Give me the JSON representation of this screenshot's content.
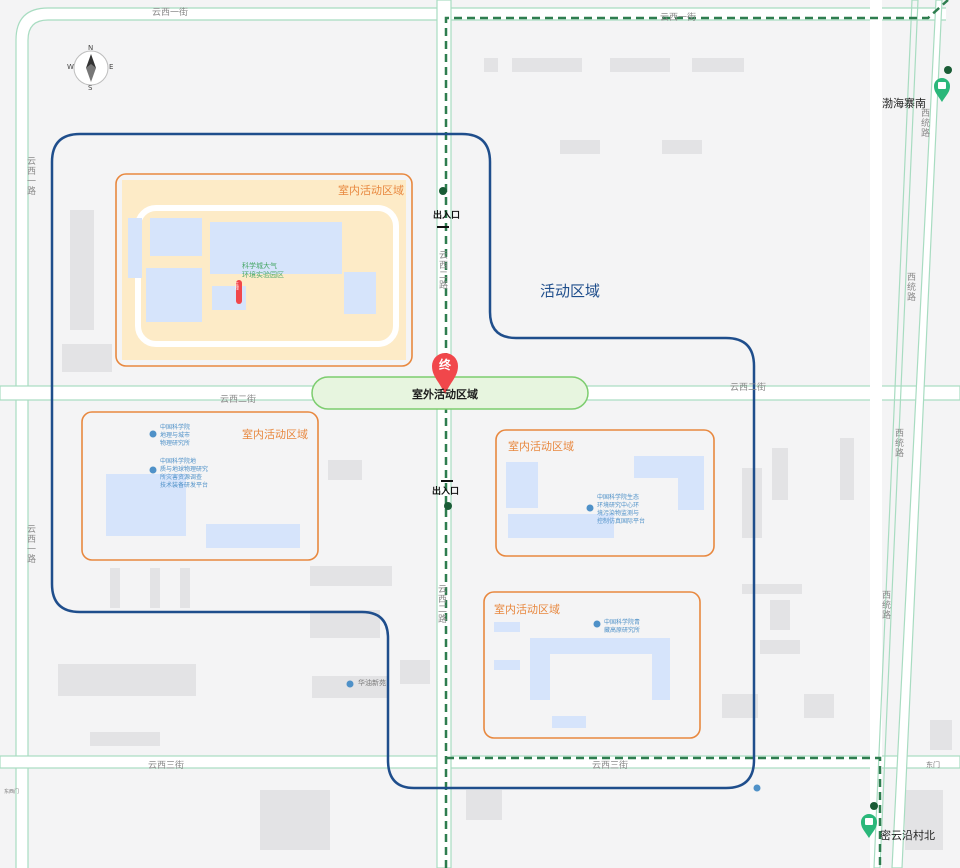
{
  "roads": {
    "yunxi_1st_st": "云西一街",
    "yunxi_1st_st_right": "云西一街",
    "yunxi_2nd_st": "云西二街",
    "yunxi_2nd_st_right": "云西二街",
    "yunxi_3rd_st": "云西三街",
    "yunxi_3rd_st_mid": "云西三街",
    "yunxi_1st_rd_top": "云西一路",
    "yunxi_1st_rd_bottom": "云西一路",
    "yunxi_2nd_rd_top": "云西二路",
    "yunxi_2nd_rd_bottom": "云西二路",
    "xiyuan_rd_1": "西统路",
    "xiyuan_rd_2": "西统路",
    "xiyuan_rd_3": "西统路",
    "xiyuan_rd_4": "西统路"
  },
  "zones": {
    "activity_area": "活动区域",
    "outdoor_area": "室外活动区域",
    "end_marker": "终",
    "indoor_nw": "室内活动区域",
    "indoor_w": "室内活动区域",
    "indoor_e1": "室内活动区域",
    "indoor_e2": "室内活动区域"
  },
  "gates": {
    "north": "出入口",
    "south": "出入口"
  },
  "pois": {
    "park_name": "科学城大气\n环境实验园区",
    "main_building": "主楼",
    "poi_w1": "中国科学院\n地理与城市\n物理研究所",
    "poi_w2": "中国科学院地\n质与地球物理研究\n所灾害资源调查\n技术装备研发平台",
    "poi_e1": "中国科学院生态\n环境研究中心环\n境污染物监测与\n控制仿真国际平台",
    "poi_e2": "中国科学院青\n藏高原研究所",
    "poi_south": "华油新苑",
    "poi_sw": "东西门",
    "poi_se": "东门"
  },
  "stations": {
    "bohai_south": "渤海寨南",
    "miyun_north": "密云沿村北"
  },
  "compass": {
    "n": "N",
    "s": "S",
    "w": "W",
    "e": "E"
  },
  "colors": {
    "background": "#f4f4f5",
    "road_edge": "#a8dcc1",
    "activity_boundary": "#1f4e8c",
    "indoor_border": "#e8883f",
    "outdoor_fill": "#e7f5df",
    "outdoor_border": "#7dcd6f",
    "end_marker": "#f1474b",
    "bus_green": "#2ab77a",
    "route_dash": "#2e7d4f",
    "building_blue": "#d6e4fb",
    "campus_fill": "#fdebc7"
  },
  "icons": [
    "compass-icon",
    "end-marker-icon",
    "location-pin-icon",
    "bus-stop-icon",
    "gate-dot-icon"
  ]
}
